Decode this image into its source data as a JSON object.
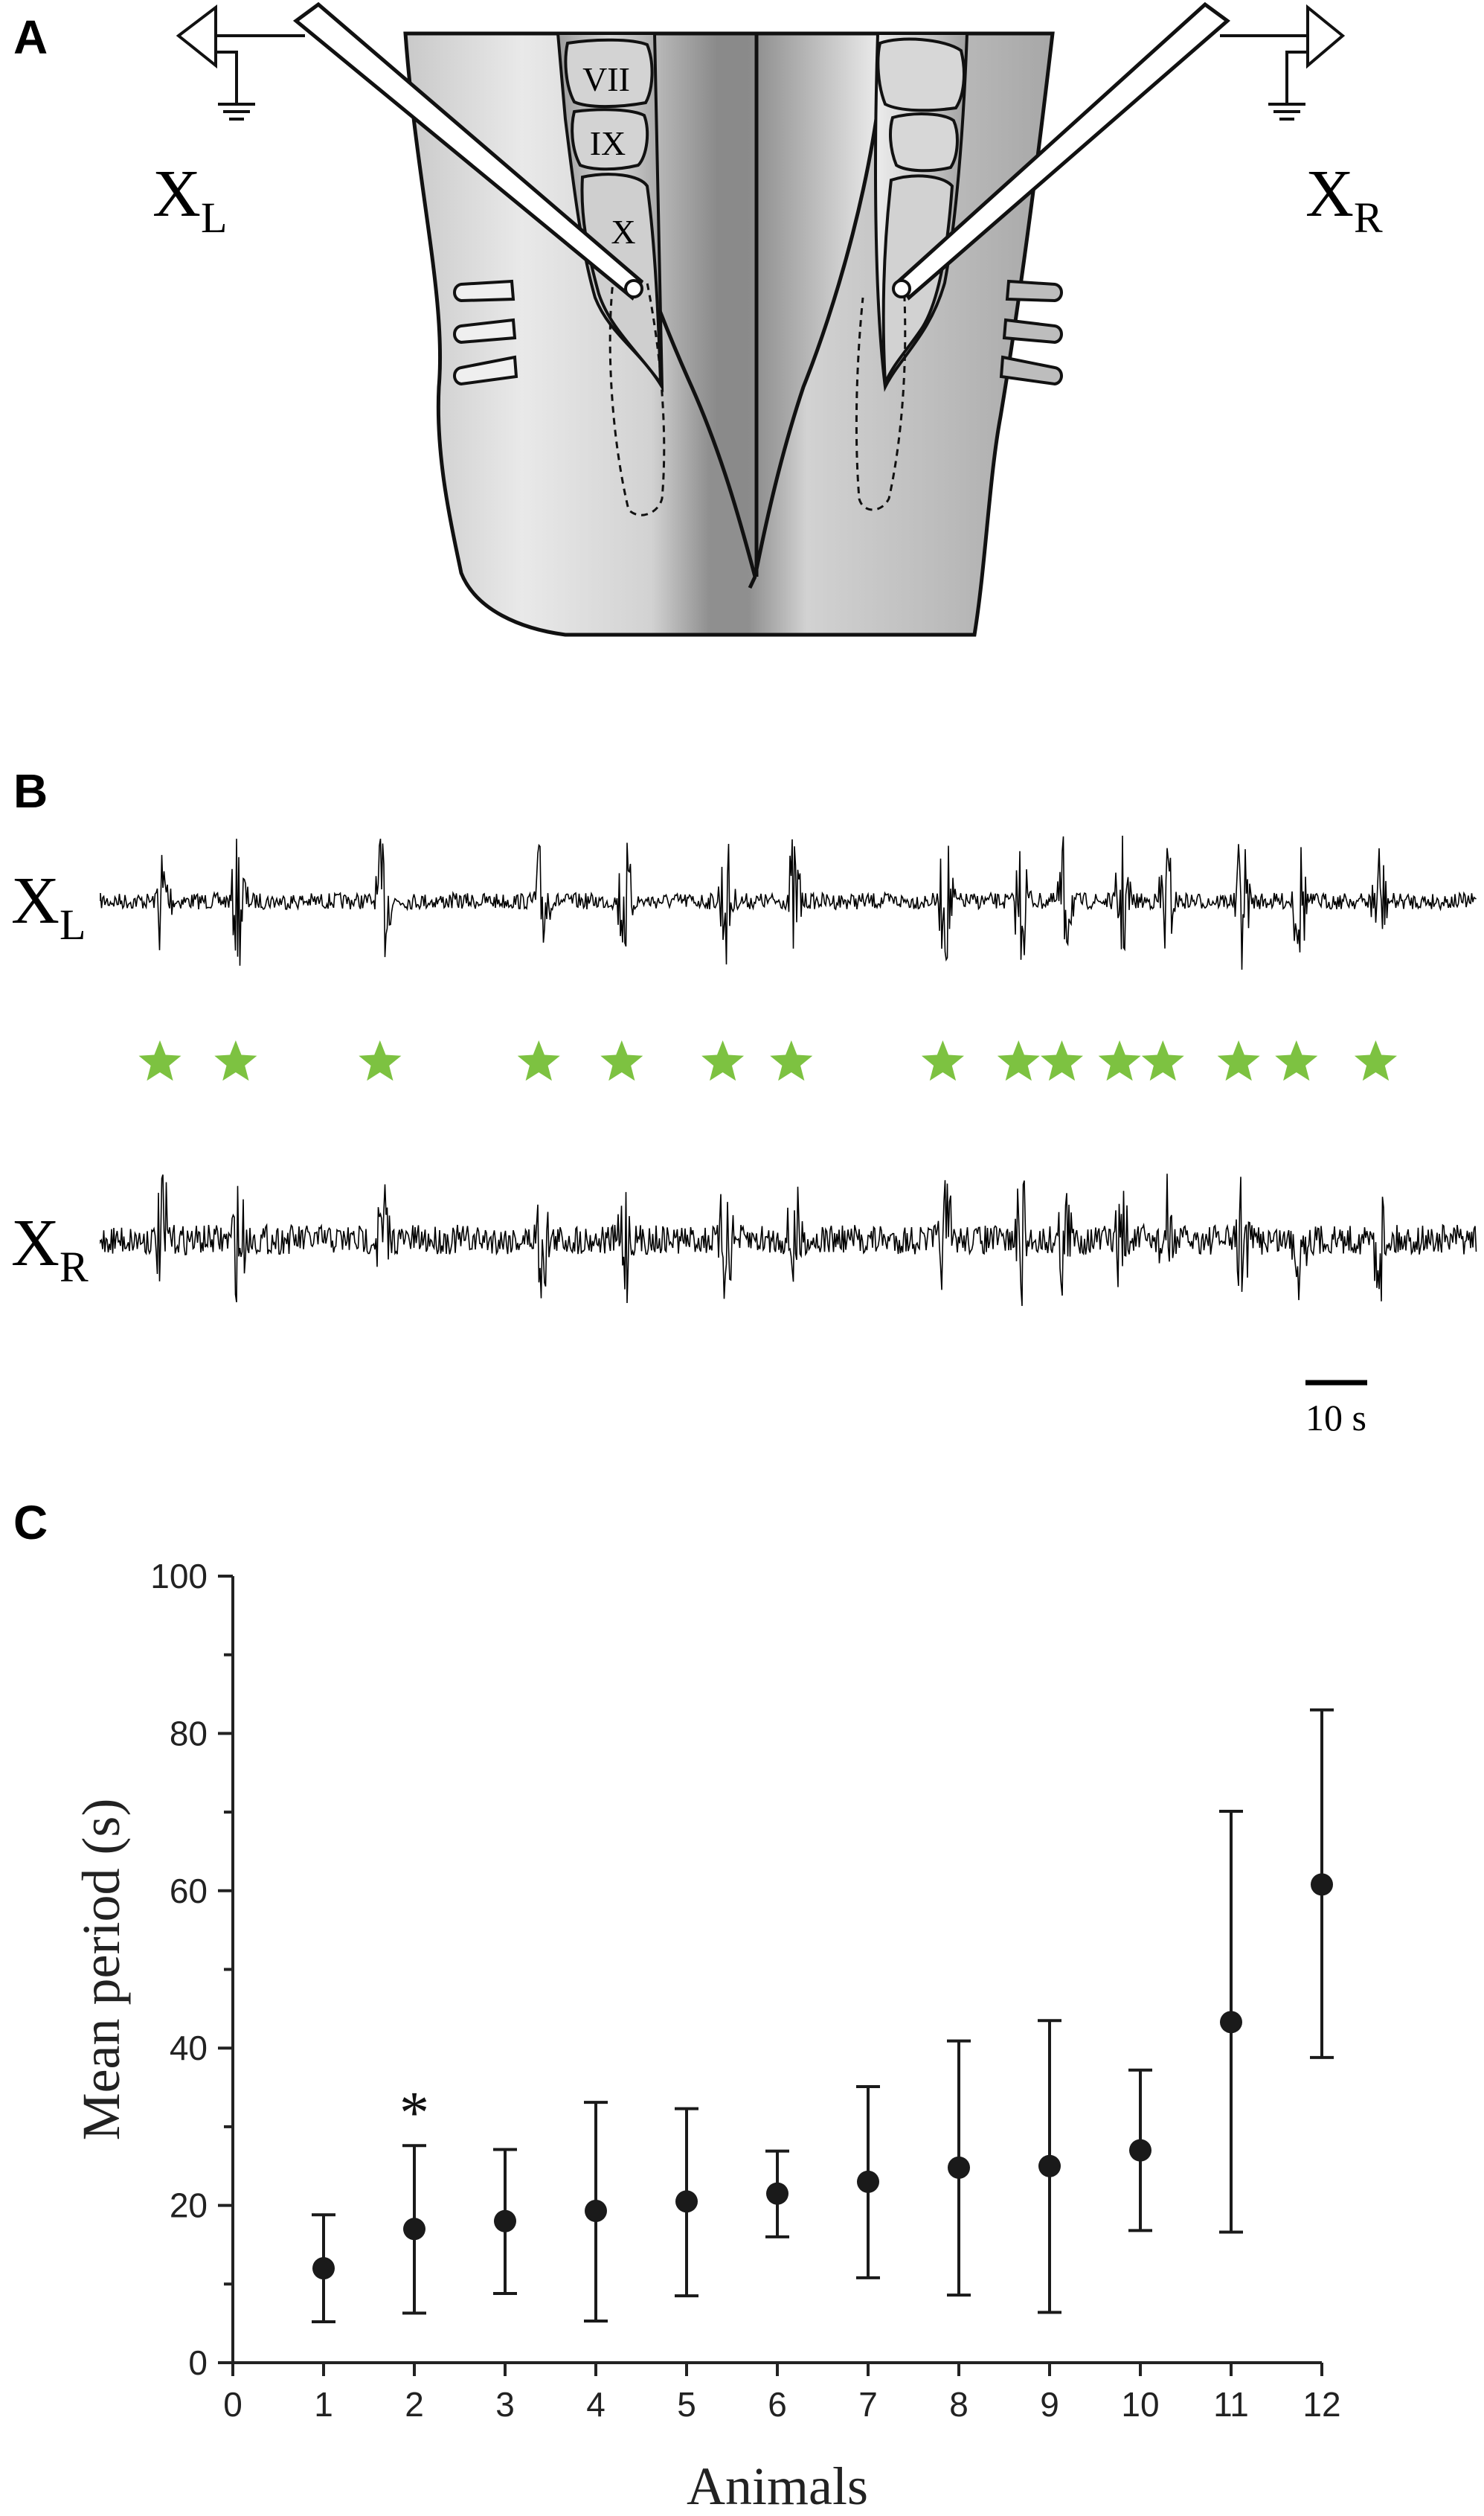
{
  "panels": {
    "a": {
      "letter": "A",
      "nerve_left_main": "X",
      "nerve_left_sub": "L",
      "nerve_right_main": "X",
      "nerve_right_sub": "R",
      "nuclei": [
        "VII",
        "IX",
        "X"
      ]
    },
    "b": {
      "letter": "B",
      "trace_left_main": "X",
      "trace_left_sub": "L",
      "trace_right_main": "X",
      "trace_right_sub": "R",
      "scale_bar_label": "10 s",
      "burst_marker_color": "#7dc241",
      "burst_times_s": [
        0,
        10.5,
        30.5,
        52.5,
        64,
        78,
        87.5,
        108.5,
        119,
        125,
        133,
        139,
        149.5,
        157.5,
        168.5
      ]
    },
    "c": {
      "letter": "C",
      "significance_marker": "*"
    }
  },
  "chart_data": {
    "type": "scatter",
    "title": "",
    "xlabel": "Animals",
    "ylabel": "Mean  period (s)",
    "xlim": [
      0,
      12
    ],
    "ylim": [
      0,
      100
    ],
    "x_ticks": [
      "0",
      "1",
      "2",
      "3",
      "4",
      "5",
      "6",
      "7",
      "8",
      "9",
      "10",
      "11",
      "12"
    ],
    "y_ticks": [
      "0",
      "20",
      "40",
      "60",
      "80",
      "100"
    ],
    "series": [
      {
        "x": [
          1,
          2,
          3,
          4,
          5,
          6,
          7,
          8,
          9,
          10,
          11,
          12
        ],
        "y": [
          12,
          17,
          18,
          19.3,
          20.5,
          21.5,
          23,
          24.8,
          25,
          27,
          43.3,
          60.8
        ],
        "error_low": [
          5.2,
          6.3,
          8.8,
          5.3,
          8.5,
          16,
          10.8,
          8.6,
          6.4,
          16.8,
          16.6,
          38.8
        ],
        "error_high": [
          18.8,
          27.6,
          27.1,
          33.1,
          32.3,
          26.9,
          35.1,
          40.9,
          43.5,
          37.2,
          70.1,
          83
        ]
      }
    ],
    "annotations": [
      {
        "x": 2,
        "text": "*"
      }
    ],
    "grid": false,
    "marker_color": "#1a1a1a"
  }
}
